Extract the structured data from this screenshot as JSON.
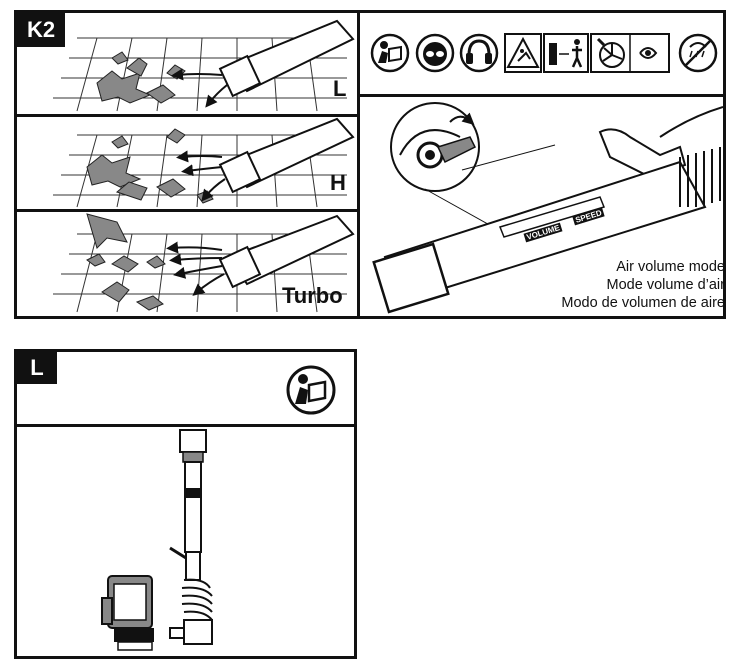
{
  "k2": {
    "tag": "K2",
    "panels": [
      {
        "speed": "L"
      },
      {
        "speed": "H"
      },
      {
        "speed": "Turbo"
      }
    ],
    "mode_caption": [
      "Air volume mode",
      "Mode volume d’air",
      "Modo de volumen de aire"
    ],
    "pipe_labels": {
      "volume": "VOLUME",
      "speed": "SPEED"
    },
    "safety_icons": [
      "read-manual-icon",
      "eye-protection-icon",
      "ear-protection-icon",
      "flying-debris-warning-icon",
      "keep-bystanders-away-icon",
      "rotating-fan-warning-icon",
      "no-rain-icon"
    ]
  },
  "l": {
    "tag": "L",
    "icon": "read-manual-icon"
  }
}
